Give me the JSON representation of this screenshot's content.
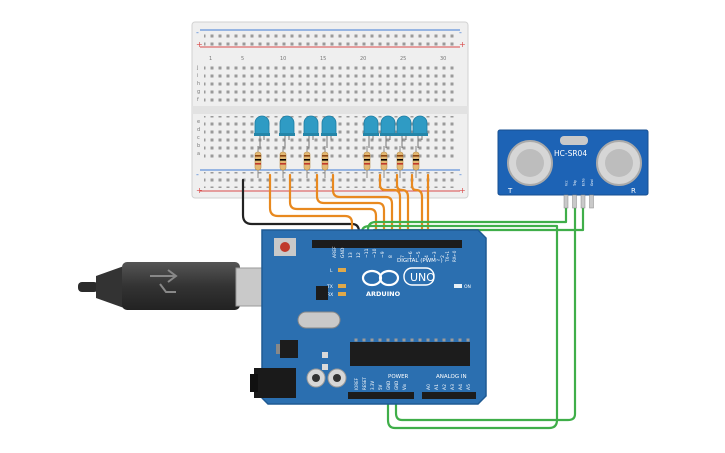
{
  "colors": {
    "board": "#2b6fb0",
    "board_edge": "#1f5a93",
    "breadboard": "#ececec",
    "rail_red": "#d94b4b",
    "rail_blue": "#3f7bd6",
    "led": "#2f9bc4",
    "wire_orange": "#e8891f",
    "wire_green": "#3fae49",
    "wire_black": "#222222",
    "sensor": "#1d63b5",
    "resistor": "#e3b873"
  },
  "breadboard": {
    "rail_plus": "+",
    "rail_minus": "-",
    "row_letters_top": [
      "j",
      "i",
      "h",
      "g",
      "f"
    ],
    "row_letters_bottom": [
      "e",
      "d",
      "c",
      "b",
      "a"
    ],
    "column_numbers": [
      "1",
      "5",
      "10",
      "15",
      "20",
      "25",
      "30"
    ]
  },
  "arduino": {
    "logo_text": "ARDUINO",
    "model_text": "UNO",
    "digital_header": "DIGITAL (PWM~)",
    "power_header": "POWER",
    "analog_header": "ANALOG IN",
    "aref_label": "AREF",
    "gnd_label": "GND",
    "l_label": "L",
    "tx_label": "TX",
    "rx_label": "RX",
    "on_label": "ON",
    "tx_pin_label": "TX→1",
    "rx_pin_label": "RX←0",
    "digital_pins": [
      "13",
      "12",
      "~11",
      "~10",
      "~9",
      "8",
      "7",
      "~6",
      "~5",
      "4",
      "~3",
      "2"
    ],
    "power_pins": [
      "IOREF",
      "RESET",
      "3.3V",
      "5V",
      "GND",
      "GND",
      "Vin"
    ],
    "analog_pins": [
      "A0",
      "A1",
      "A2",
      "A3",
      "A4",
      "A5"
    ]
  },
  "sensor": {
    "name": "HC-SR04",
    "left_mark": "T",
    "right_mark": "R",
    "pins": [
      "Vcc",
      "Trig",
      "Echo",
      "Gnd"
    ]
  },
  "leds": {
    "count": 8
  }
}
